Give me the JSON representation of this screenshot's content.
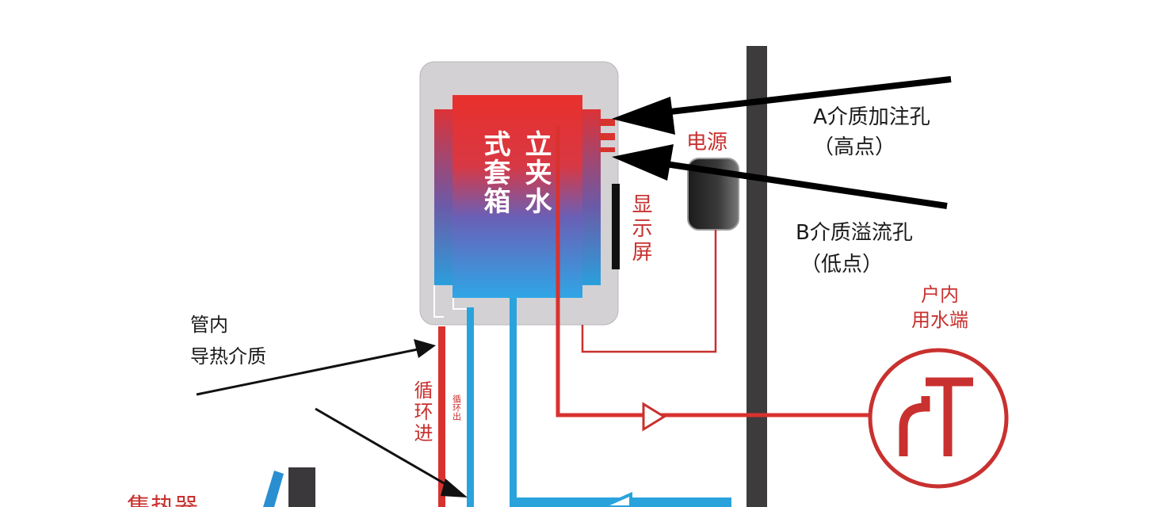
{
  "labels": {
    "tank_col_right": "立夹水",
    "tank_col_left": "式套箱",
    "power": "电源",
    "display": "显示屏",
    "inlet_a_line1": "A介质加注孔",
    "inlet_a_line2": "（高点）",
    "overflow_b_line1": "B介质溢流孔",
    "overflow_b_line2": "（低点）",
    "indoor_line1": "户内",
    "indoor_line2": "用水端",
    "medium_line1": "管内",
    "medium_line2": "导热介质",
    "loop_in": "循环进",
    "loop_out": "循环出",
    "collector": "集热器"
  },
  "colors": {
    "hot": "#d8322f",
    "cold": "#2aa3dd",
    "wall": "#3d3b3c",
    "casing": "#d2d0d2",
    "label_red": "#c8312f",
    "label_black": "#1a1a1a"
  }
}
